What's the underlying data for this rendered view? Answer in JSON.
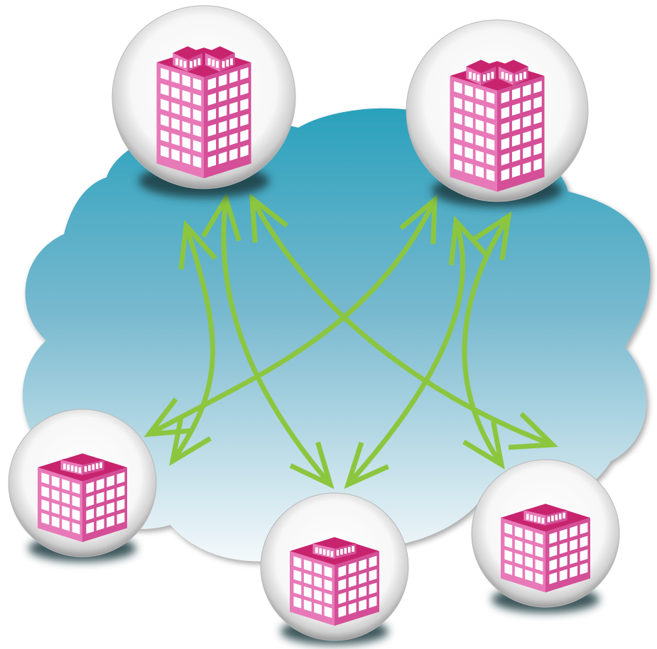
{
  "diagram": {
    "type": "network-of-buildings",
    "cloud": {
      "gradient_top": "#2aa1bc",
      "gradient_bottom": "#f4f9fb"
    },
    "arrow_color": "#8cc63f",
    "building_colors": {
      "front": "#e879b8",
      "side": "#d44f97",
      "top": "#c8246e",
      "window": "#ffffff"
    },
    "nodes": [
      {
        "id": "top-left",
        "icon": "building-icon",
        "tier": "top"
      },
      {
        "id": "top-right",
        "icon": "building-icon",
        "tier": "top"
      },
      {
        "id": "bottom-left",
        "icon": "building-icon",
        "tier": "bottom"
      },
      {
        "id": "bottom-center",
        "icon": "building-icon",
        "tier": "bottom"
      },
      {
        "id": "bottom-right",
        "icon": "building-icon",
        "tier": "bottom"
      }
    ],
    "connections": [
      {
        "from": "top-left",
        "to": "bottom-left",
        "bidirectional": true
      },
      {
        "from": "top-left",
        "to": "bottom-center",
        "bidirectional": true
      },
      {
        "from": "top-left",
        "to": "bottom-right",
        "bidirectional": true
      },
      {
        "from": "top-right",
        "to": "bottom-left",
        "bidirectional": true
      },
      {
        "from": "top-right",
        "to": "bottom-center",
        "bidirectional": true
      },
      {
        "from": "top-right",
        "to": "bottom-right",
        "bidirectional": true
      }
    ]
  }
}
